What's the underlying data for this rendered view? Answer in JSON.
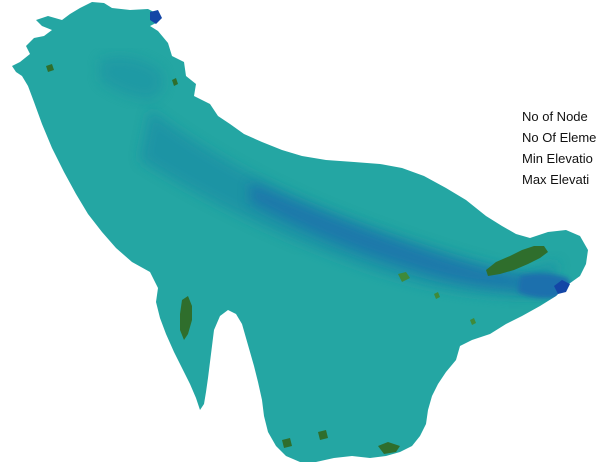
{
  "map": {
    "colors": {
      "background": "#ffffff",
      "shallow_water": "#24a6a3",
      "mid_water": "#1f93a5",
      "deep_water": "#1c6fad",
      "deepest_water": "#1346a6",
      "land_patch": "#2f6e2c",
      "land_patch_light": "#3f8a3a"
    }
  },
  "mesh_info": {
    "nodes_label": "No of Node",
    "elements_label": "No Of Eleme",
    "min_elevation_label": "Min Elevatio",
    "max_elevation_label": "Max Elevati"
  }
}
